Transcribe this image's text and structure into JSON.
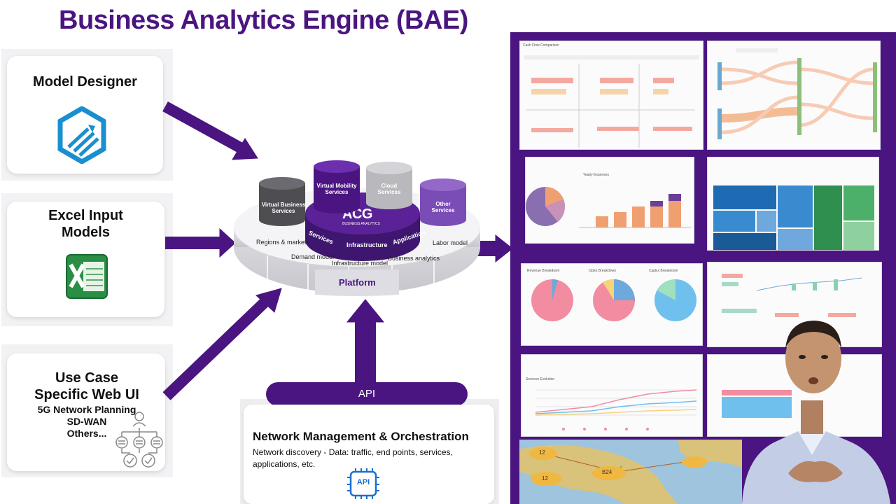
{
  "title": "Business Analytics Engine (BAE)",
  "cards": {
    "model_designer": {
      "title": "Model Designer"
    },
    "excel": {
      "title_line1": "Excel Input",
      "title_line2": "Models"
    },
    "use_case": {
      "title_line1": "Use Case",
      "title_line2": "Specific Web UI",
      "items": [
        "5G Network Planning",
        "SD-WAN",
        "Others..."
      ]
    }
  },
  "platform": {
    "logo": "ACG",
    "logo_sub": "BUSINESS ANALYTICS",
    "label": "Platform",
    "ring_labels": {
      "services": "Services",
      "infrastructure": "Infrastructure",
      "application": "Application"
    },
    "regions": [
      "Regions & markets",
      "Demand model",
      "Infrastructure model",
      "Business analytics",
      "Labor model"
    ],
    "cylinders": {
      "virtual_business": {
        "line1": "Virtual Business",
        "line2": "Services"
      },
      "virtual_mobility": {
        "line1": "Virtual Mobility",
        "line2": "Services"
      },
      "cloud": {
        "line1": "Cloud",
        "line2": "Services"
      },
      "other": {
        "line1": "Other",
        "line2": "Services"
      }
    }
  },
  "api": {
    "pill_label": "API",
    "nmo_title": "Network Management & Orchestration",
    "nmo_desc": "Network discovery -  Data: traffic, end points, services, applications, etc.",
    "chip_label": "API"
  },
  "dashboards": {
    "cash_flow": "Cash Flow Comparison",
    "yearly_expenses": "Yearly Expenses",
    "revenue_breakdown": "Revenue Breakdown",
    "opex_breakdown": "OpEx Breakdown",
    "capex_breakdown": "CapEx Breakdown",
    "services_evolution": "Services Evolution",
    "map_labels": [
      "12",
      "12",
      "B24"
    ]
  },
  "colors": {
    "brand_purple": "#4a1580",
    "excel_green": "#1f7a3a",
    "model_blue": "#1a8fd0"
  }
}
